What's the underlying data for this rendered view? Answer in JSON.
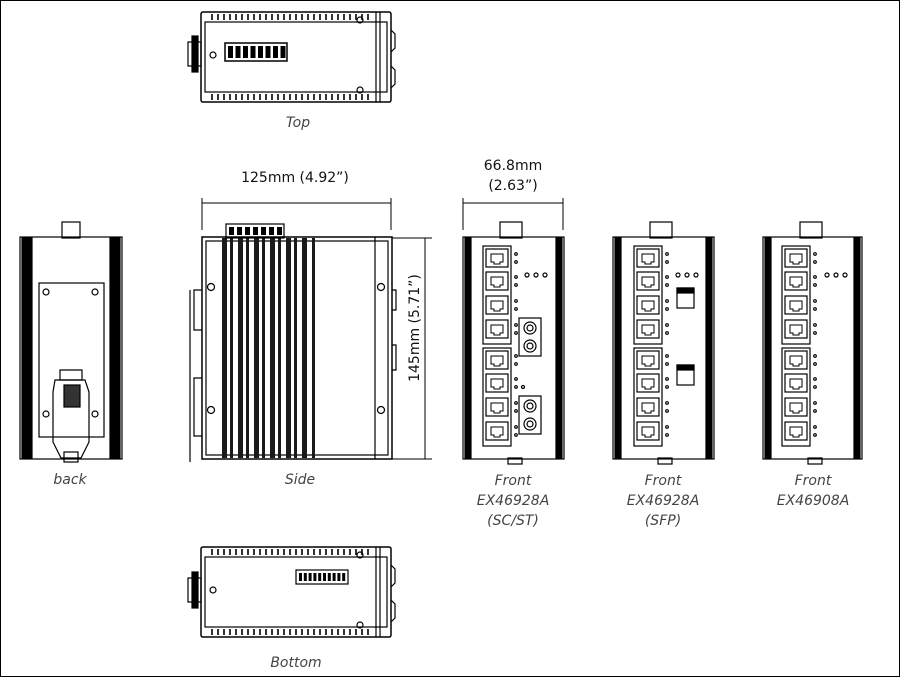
{
  "views": {
    "top": "Top",
    "back": "back",
    "side": "Side",
    "front_sc_st": {
      "line1": "Front",
      "line2": "EX46928A",
      "line3": "(SC/ST)"
    },
    "front_sfp": {
      "line1": "Front",
      "line2": "EX46928A",
      "line3": "(SFP)"
    },
    "front_copper": {
      "line1": "Front",
      "line2": "EX46908A"
    },
    "bottom": "Bottom"
  },
  "dimensions": {
    "depth": "125mm (4.92”)",
    "width_line1": "66.8mm",
    "width_line2": "(2.63”)",
    "height": "145mm (5.71”)"
  },
  "colors": {
    "line": "#000000",
    "fin": "#1a1a1a",
    "text": "#444444"
  }
}
